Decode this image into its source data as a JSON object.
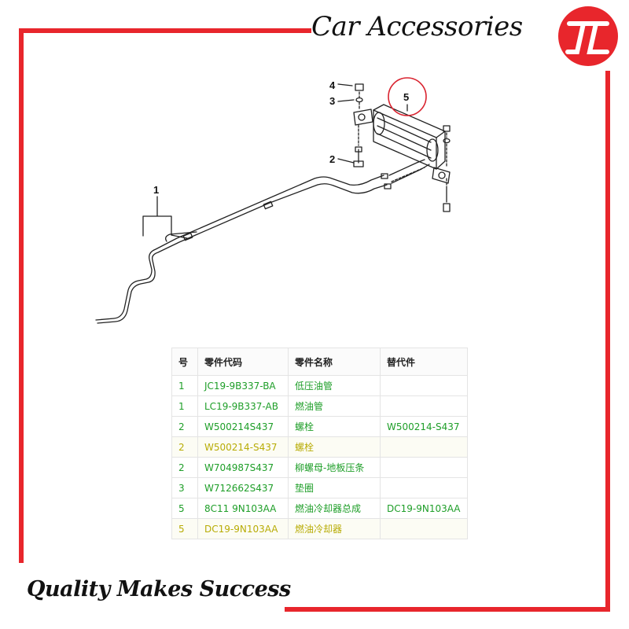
{
  "header": {
    "title": "Car Accessories"
  },
  "footer": {
    "slogan": "Quality Makes Success"
  },
  "colors": {
    "frame": "#e8262c",
    "logo": "#e8262c",
    "green_text": "#1e9e28",
    "olive_text": "#b8ac06"
  },
  "diagram": {
    "callouts": {
      "c1": "1",
      "c2": "2",
      "c3": "3",
      "c4": "4",
      "c5": "5"
    }
  },
  "table": {
    "headers": {
      "no": "号",
      "code": "零件代码",
      "name": "零件名称",
      "alt": "替代件"
    },
    "rows": [
      {
        "no": "1",
        "code": "JC19-9B337-BA",
        "name": "低压油管",
        "alt": ""
      },
      {
        "no": "1",
        "code": "LC19-9B337-AB",
        "name": "燃油管",
        "alt": ""
      },
      {
        "no": "2",
        "code": "W500214S437",
        "name": "螺栓",
        "alt": "W500214-S437"
      },
      {
        "no": "2",
        "code": "W500214-S437",
        "name": "螺栓",
        "alt": ""
      },
      {
        "no": "2",
        "code": "W704987S437",
        "name": "柳螺母-地板压条",
        "alt": ""
      },
      {
        "no": "3",
        "code": "W712662S437",
        "name": "垫圈",
        "alt": ""
      },
      {
        "no": "5",
        "code": "8C11 9N103AA",
        "name": "燃油冷却器总成",
        "alt": "DC19-9N103AA"
      },
      {
        "no": "5",
        "code": "DC19-9N103AA",
        "name": "燃油冷却器",
        "alt": ""
      }
    ]
  }
}
